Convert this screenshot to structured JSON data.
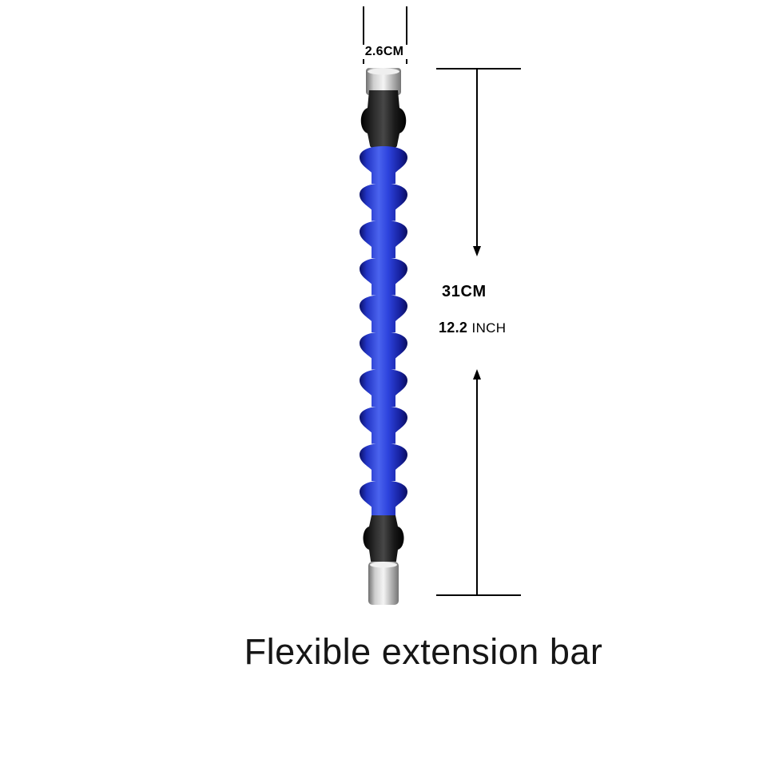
{
  "measurements": {
    "width": "2.6CM",
    "length_cm": "31CM",
    "length_inch_value": "12.2",
    "length_inch_unit": "INCH"
  },
  "caption": "Flexible extension bar",
  "product": {
    "name": "flexible extension bar",
    "segment_count": 10,
    "colors": {
      "shaft_blue": "#2d43dd",
      "connector_black": "#111111",
      "tip_silver": "#c8c8c8"
    }
  }
}
